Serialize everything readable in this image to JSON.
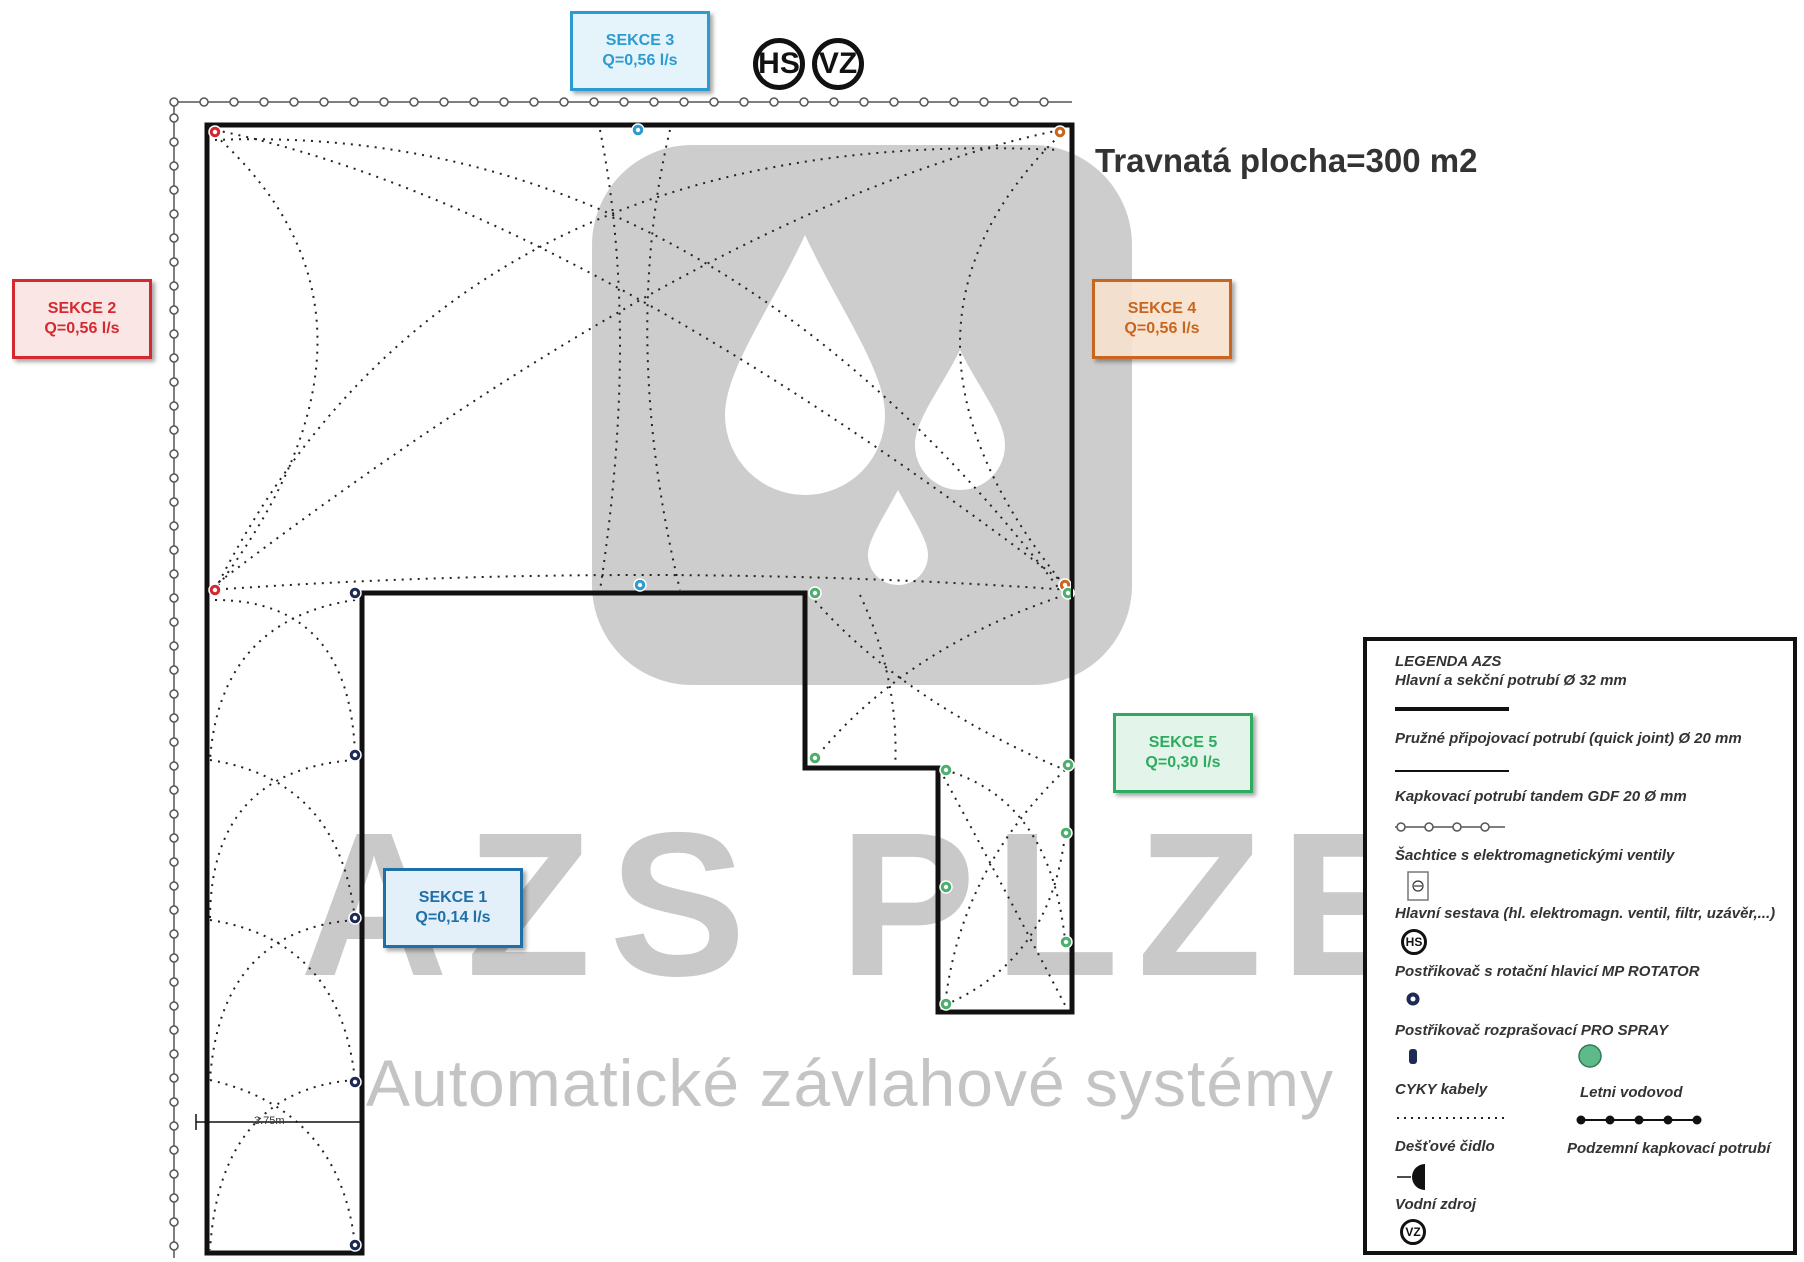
{
  "area": {
    "label": "Travnatá plocha=300 m2"
  },
  "dimension": {
    "label": "3.75m"
  },
  "watermark": {
    "brand": "AZS PLZEŇ",
    "tagline": "Automatické závlahové systémy"
  },
  "main_assembly": {
    "hs": "HS",
    "vz": "VZ"
  },
  "sections": [
    {
      "name": "SEKCE 1",
      "flow": "Q=0,14 l/s",
      "color": "#1f6fa8"
    },
    {
      "name": "SEKCE 2",
      "flow": "Q=0,56 l/s",
      "color": "#d42a2f"
    },
    {
      "name": "SEKCE 3",
      "flow": "Q=0,56 l/s",
      "color": "#2b9bd1"
    },
    {
      "name": "SEKCE 4",
      "flow": "Q=0,56 l/s",
      "color": "#c8661f"
    },
    {
      "name": "SEKCE 5",
      "flow": "Q=0,30 l/s",
      "color": "#2dab5e"
    }
  ],
  "legend": {
    "title": "LEGENDA AZS",
    "items": [
      {
        "label": "Hlavní a sekční potrubí Ø 32 mm",
        "icon": "thick-line-icon"
      },
      {
        "label": "Pružné připojovací potrubí (quick joint) Ø 20 mm",
        "icon": "thin-line-icon"
      },
      {
        "label": "Kapkovací potrubí tandem GDF 20 Ø mm",
        "icon": "drip-line-icon"
      },
      {
        "label": "Šachtice s elektromagnetickými ventily",
        "icon": "valve-box-icon"
      },
      {
        "label": "Hlavní sestava (hl. elektromagn. ventil, filtr, uzávěr,...)",
        "icon": "hs-icon",
        "symbol": "HS"
      },
      {
        "label": "Postřikovač s rotační hlavicí MP ROTATOR",
        "icon": "rotator-icon"
      },
      {
        "label": "Postřikovač rozprašovací PRO SPRAY",
        "icon": "spray-icon"
      },
      {
        "label": "CYKY kabely",
        "icon": "cable-icon"
      },
      {
        "label": "Dešťové čidlo",
        "icon": "rain-sensor-icon"
      },
      {
        "label": "Vodní zdroj",
        "icon": "vz-icon",
        "symbol": "VZ"
      },
      {
        "label": "Letni vodovod",
        "icon": "summer-water-icon"
      },
      {
        "label": "Podzemní kapkovací potrubí",
        "icon": "subsurface-drip-icon"
      }
    ]
  },
  "colors": {
    "pipe": "#111111",
    "drip_line": "#555555",
    "spray_path": "#222222",
    "watermark": "#c4c4c4"
  }
}
